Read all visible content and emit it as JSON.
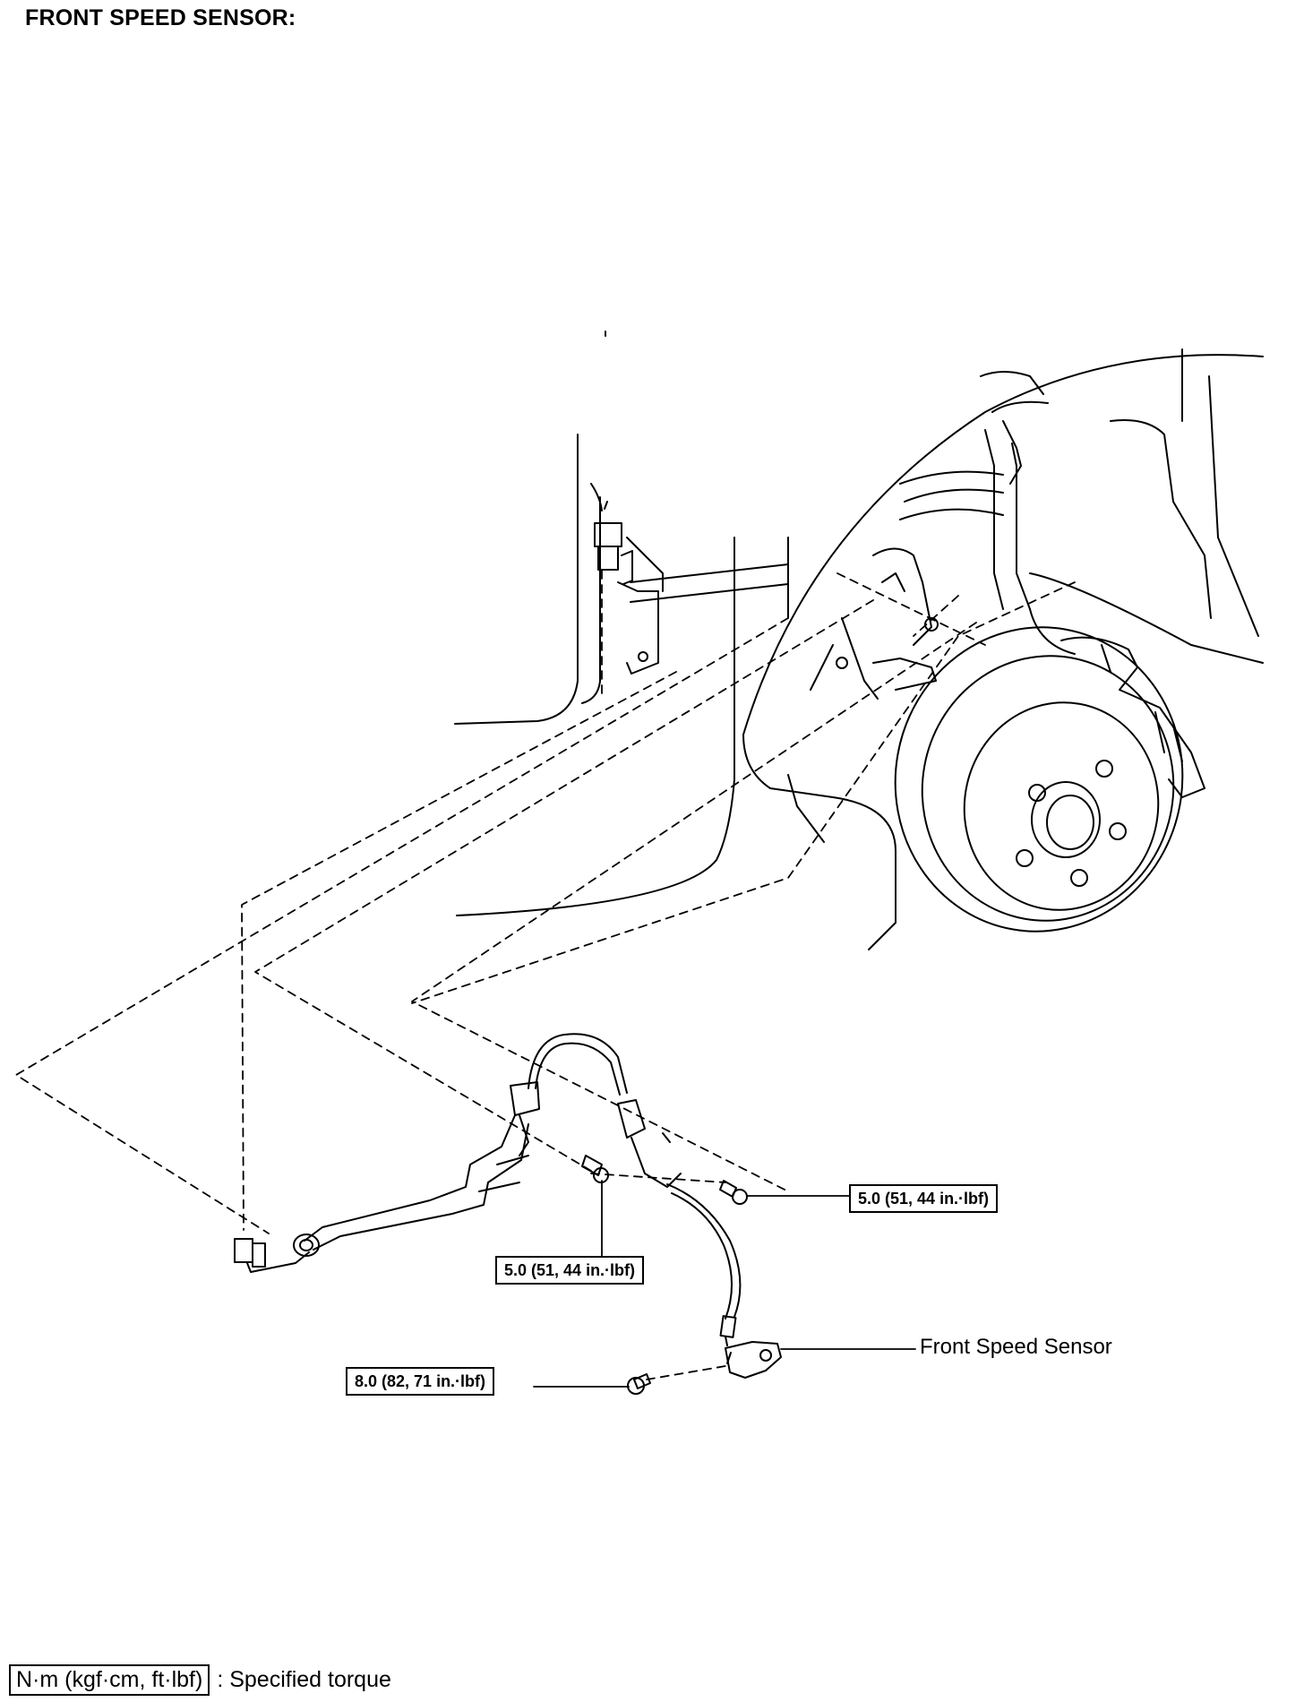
{
  "title": "FRONT SPEED SENSOR:",
  "callouts": {
    "upper_right_bolt": "5.0 (51, 44 in.·lbf)",
    "center_bolt": "5.0 (51, 44 in.·lbf)",
    "sensor_bolt": "8.0 (82, 71 in.·lbf)"
  },
  "parts": {
    "front_speed_sensor": "Front Speed Sensor"
  },
  "legend": {
    "units": "N·m (kgf·cm, ft·lbf)",
    "description": ": Specified torque"
  }
}
